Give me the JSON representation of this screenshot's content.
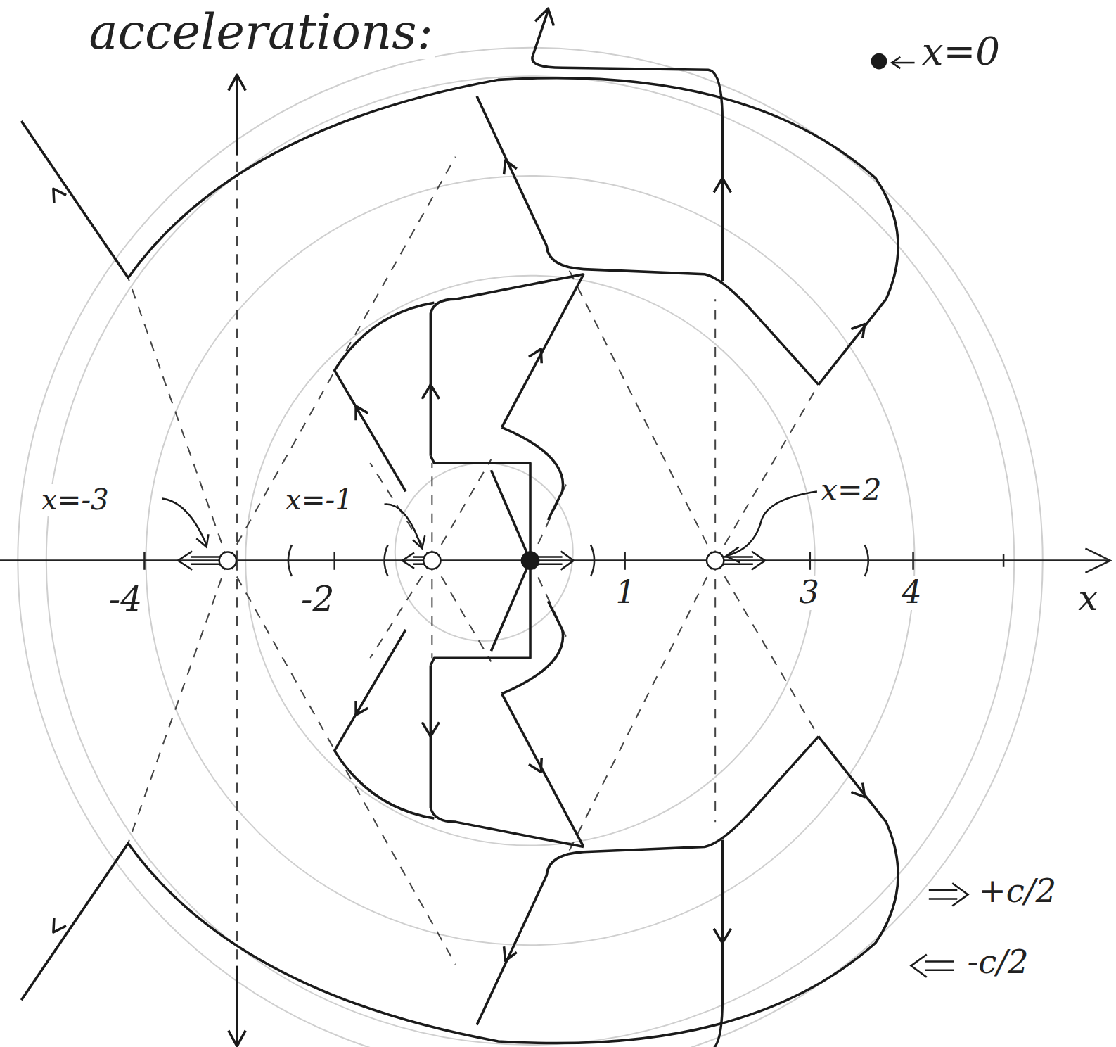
{
  "diagram": {
    "title": "accelerations:",
    "labels": [
      "x=0",
      "x=-3",
      "x=-1",
      "x=2",
      "-4",
      "-2",
      "1",
      "3",
      "4",
      "x"
    ],
    "legend": [
      {
        "text": "+c/2"
      },
      {
        "text": "-c/2"
      }
    ]
  }
}
